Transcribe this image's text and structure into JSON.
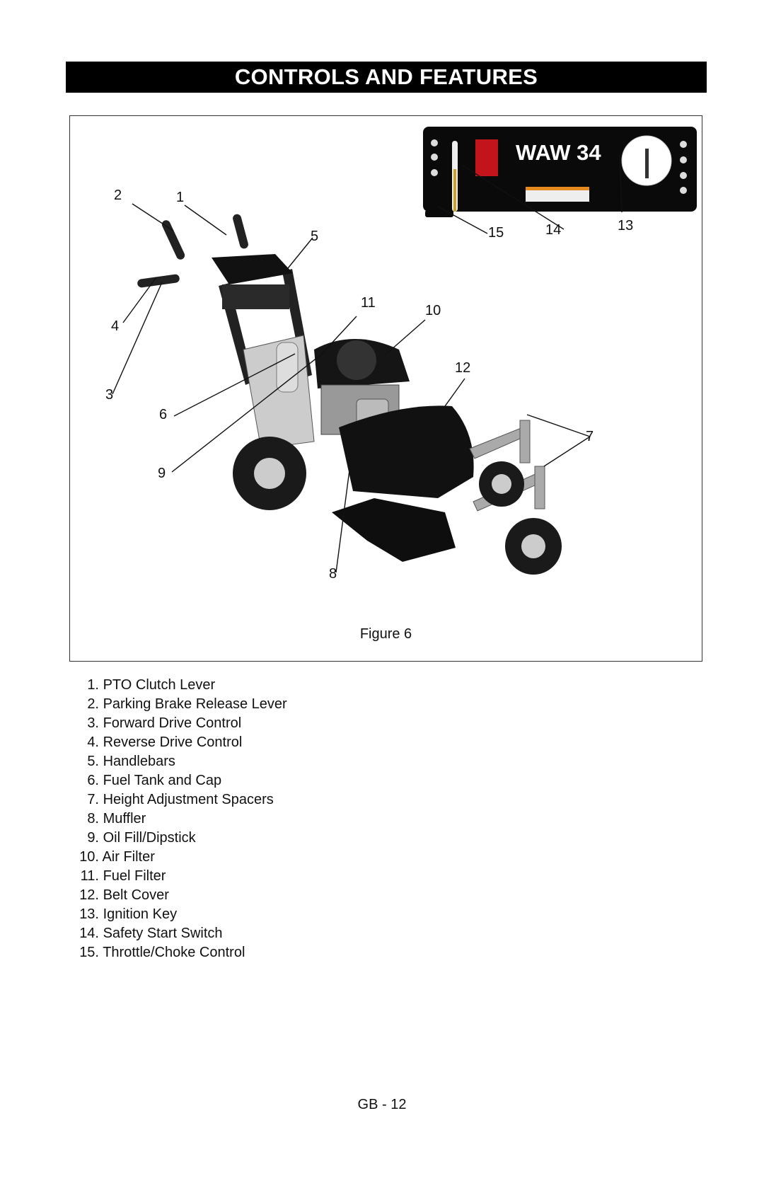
{
  "header": {
    "title": "CONTROLS AND FEATURES"
  },
  "figure": {
    "caption": "Figure 6",
    "callouts": [
      "1",
      "2",
      "3",
      "4",
      "5",
      "6",
      "7",
      "8",
      "9",
      "10",
      "11",
      "12",
      "13",
      "14",
      "15"
    ],
    "panel_brand": "WAW 34"
  },
  "parts": [
    {
      "num": "1.",
      "label": "PTO Clutch Lever"
    },
    {
      "num": "2.",
      "label": "Parking Brake Release Lever"
    },
    {
      "num": "3.",
      "label": "Forward Drive Control"
    },
    {
      "num": "4.",
      "label": "Reverse Drive Control"
    },
    {
      "num": "5.",
      "label": "Handlebars"
    },
    {
      "num": "6.",
      "label": "Fuel Tank and Cap"
    },
    {
      "num": "7.",
      "label": "Height Adjustment Spacers"
    },
    {
      "num": "8.",
      "label": "Muffler"
    },
    {
      "num": "9.",
      "label": "Oil Fill/Dipstick"
    },
    {
      "num": "10.",
      "label": "Air Filter"
    },
    {
      "num": "11.",
      "label": "Fuel Filter"
    },
    {
      "num": "12.",
      "label": "Belt Cover"
    },
    {
      "num": "13.",
      "label": "Ignition Key"
    },
    {
      "num": "14.",
      "label": "Safety Start Switch"
    },
    {
      "num": "15.",
      "label": "Throttle/Choke Control"
    }
  ],
  "footer": {
    "page": "GB - 12"
  }
}
